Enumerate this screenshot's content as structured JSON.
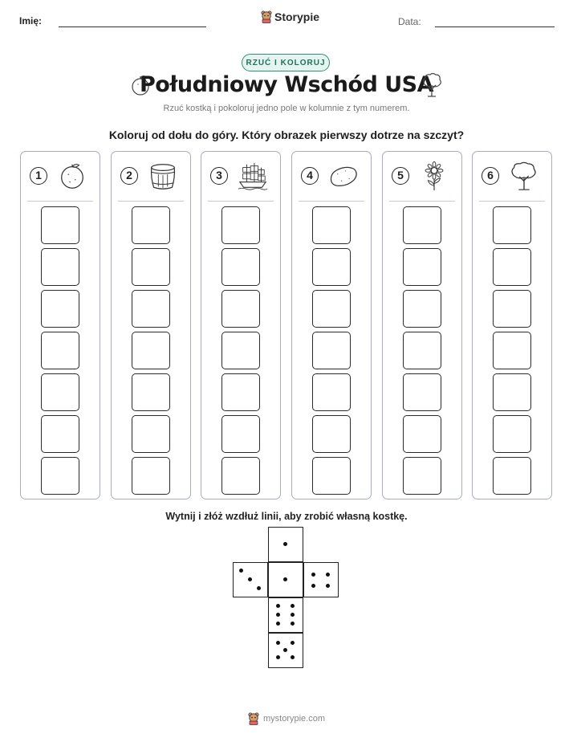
{
  "header": {
    "name_label": "Imię:",
    "date_label": "Data:",
    "brand": "Storypie"
  },
  "badge": "RZUĆ I KOLORUJ",
  "title": "Południowy Wschód USA",
  "title_icons": [
    "orange-icon",
    "oak-tree-icon"
  ],
  "subtitle": "Rzuć kostką i pokoloruj jedno pole w kolumnie z tym numerem.",
  "instruction": "Koloruj od dołu do góry. Który obrazek pierwszy dotrze na szczyt?",
  "columns": [
    {
      "number": "1",
      "icon": "orange-icon",
      "cells": 7
    },
    {
      "number": "2",
      "icon": "barrel-icon",
      "cells": 7
    },
    {
      "number": "3",
      "icon": "sailing-ship-icon",
      "cells": 7
    },
    {
      "number": "4",
      "icon": "sweet-potato-icon",
      "cells": 7
    },
    {
      "number": "5",
      "icon": "sunflower-icon",
      "cells": 7
    },
    {
      "number": "6",
      "icon": "oak-tree-icon",
      "cells": 7
    }
  ],
  "cut_instruction": "Wytnij i złóż wzdłuż linii, aby zrobić własną kostkę.",
  "die_net": {
    "faces": [
      {
        "position": "top",
        "pips": 1
      },
      {
        "position": "left",
        "pips": 3
      },
      {
        "position": "center",
        "pips": 1
      },
      {
        "position": "right",
        "pips": 4
      },
      {
        "position": "lower",
        "pips": 6
      },
      {
        "position": "bottom",
        "pips": 5
      }
    ]
  },
  "footer": "mystorypie.com",
  "colors": {
    "badge_border": "#2f8f78",
    "badge_fill": "#e4f4ee",
    "column_border": "#a9adc4"
  }
}
